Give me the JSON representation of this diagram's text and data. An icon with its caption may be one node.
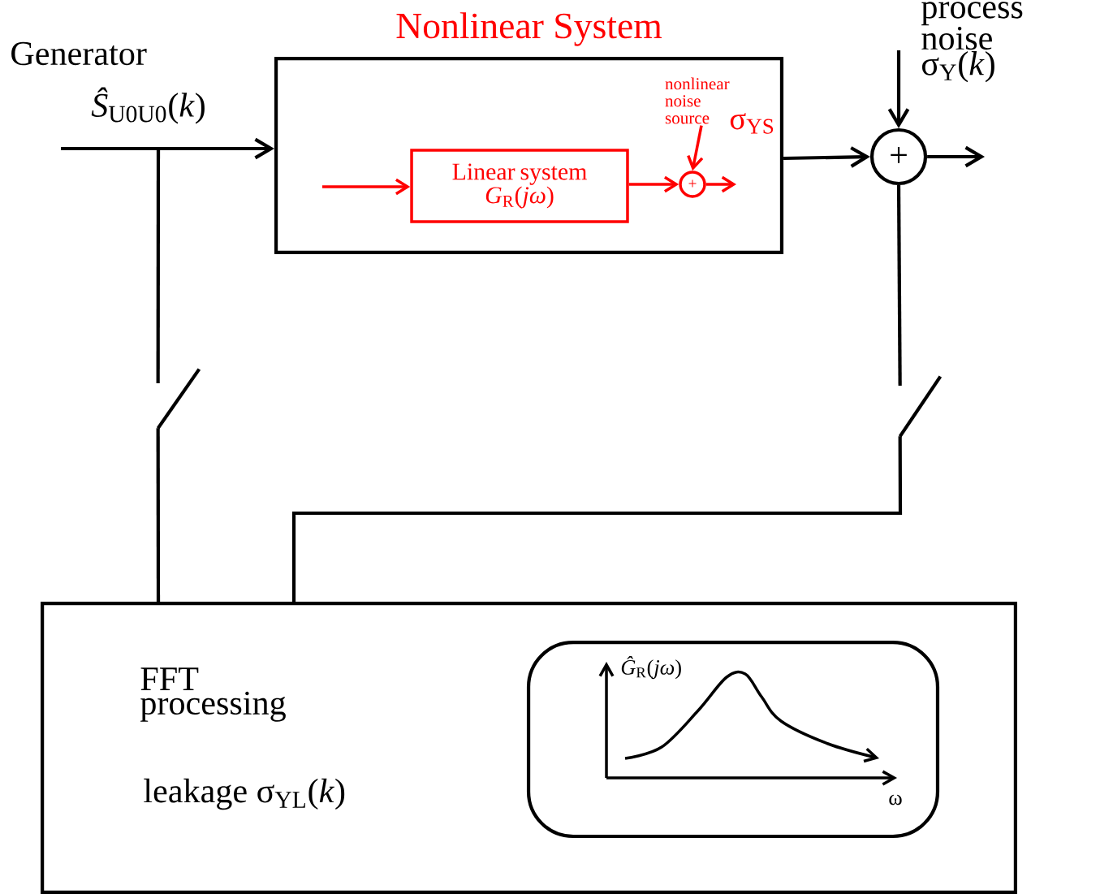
{
  "diagram": {
    "nodes": [
      {
        "text": [
          "Nonlinear System"
        ]
      },
      {
        "text": [
          "Linear system *G*$_{R}$(*jω*)"
        ],
        "in": 0
      },
      {
        "text": [
          "+"
        ],
        "in": 0
      },
      {
        "text": [
          "+"
        ]
      },
      {
        "text": [
          "FFT processing",
          "leakage σ$_{YL}$(*k*)"
        ]
      },
      {
        "text": [
          "*Ĝ*$_{R}$(*jω*)",
          "ω"
        ],
        "in": 4
      },
      {
        "text": [
          "nonlinear noise source"
        ],
        "in": 0
      },
      {
        "text": [],
        "shape": "switch"
      },
      {
        "text": [],
        "shape": "switch"
      }
    ],
    "edges": [
      {
        "from": null,
        "to": 0,
        "arrow": "to",
        "label": "*Ŝ*$_{U0U0}$(*k*)"
      },
      {
        "from": null,
        "to": 1,
        "arrow": "to",
        "color": "#ff0000"
      },
      {
        "from": 1,
        "to": 2,
        "arrow": "to",
        "color": "#ff0000"
      },
      {
        "from": 6,
        "to": 2,
        "arrow": "to",
        "color": "#ff0000"
      },
      {
        "from": 2,
        "to": null,
        "arrow": "to",
        "color": "#ff0000"
      },
      {
        "from": 0,
        "to": 3,
        "arrow": "to"
      },
      {
        "from": null,
        "to": 3,
        "arrow": "to"
      },
      {
        "from": 3,
        "to": null,
        "arrow": "to"
      },
      {
        "from": null,
        "to": 7,
        "arrow": "none"
      },
      {
        "from": 7,
        "to": 4,
        "arrow": "none"
      },
      {
        "from": 3,
        "to": 8,
        "arrow": "none"
      },
      {
        "from": 8,
        "to": 4,
        "arrow": "none"
      }
    ],
    "labels": [
      "process noise σ$_{Y}$(*k*)",
      "Generator",
      "σ$_{YS}$"
    ]
  }
}
